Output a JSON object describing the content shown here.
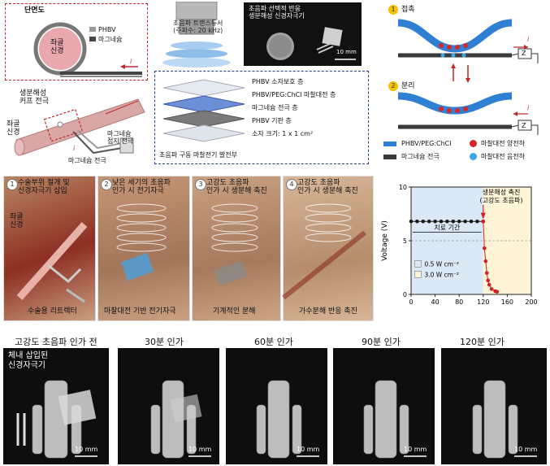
{
  "cross_section": {
    "title": "단면도",
    "nerve": "좌골\n신경",
    "legend_a": "PHBV",
    "legend_b": "마그네슘",
    "current": "i"
  },
  "transducer": {
    "label": "초음파 트랜스듀서\n(주파수: 20 kHz)"
  },
  "photo": {
    "title": "초음파 선택적 반응\n생분해성 신경자극기",
    "scale": "10 mm"
  },
  "left_labels": {
    "cuff": "생분해성\n커프 전극",
    "nerve": "좌골\n신경",
    "ground": "마그네슘\n접지 전극",
    "electrode": "마그네슘 전극",
    "current": "i"
  },
  "layers": {
    "items": [
      "PHBV 소자보호 층",
      "PHBV/PEG:ChCl 마찰대전 층",
      "마그네슘 전극 층",
      "PHBV 기판 층",
      "소자 크기: 1 x 1 cm²"
    ],
    "caption": "초음파 구동 마찰전기 발전부"
  },
  "mechanism": {
    "contact_num": "1",
    "contact": "접촉",
    "separation_num": "2",
    "separation": "분리",
    "z": "Z",
    "current": "i",
    "legend": {
      "phbv": "PHBV/PEG:ChCl",
      "mg": "마그네슘 전극",
      "pos": "마찰대전 양전하",
      "neg": "마찰대전 음전하"
    },
    "colors": {
      "blue": "#2f7fd3",
      "dark": "#3a3a3a",
      "pos": "#d6262b",
      "neg": "#3da6e8"
    }
  },
  "steps": [
    {
      "num": "1",
      "top": "수술부위 절개 및\n신경자극기 삽입",
      "bottom": "수술용 리트랙터",
      "nerve": "좌골\n신경"
    },
    {
      "num": "2",
      "top": "낮은 세기의 초음파\n인가 시 전기자극",
      "bottom": "마찰대전 기반 전기자극"
    },
    {
      "num": "3",
      "top": "고강도 초음파\n인가 시 생분해 촉진",
      "bottom": "기계적인 분해"
    },
    {
      "num": "4",
      "top": "고강도 초음파\n인가 시 생분해 촉진",
      "bottom": "가수분해 반응 촉진"
    }
  ],
  "chart_data": {
    "type": "scatter",
    "ylabel": "Voltage (V)",
    "xlabel": "",
    "xlim": [
      0,
      200
    ],
    "ylim": [
      0,
      10
    ],
    "x_ticks": [
      "0",
      "40",
      "80",
      "120",
      "160",
      "200"
    ],
    "y_ticks": [
      "0",
      "5",
      "10"
    ],
    "series": [
      {
        "name": "0.5 W cm⁻²",
        "color": "#1a1a1a",
        "points": [
          [
            0,
            6.8
          ],
          [
            10,
            6.8
          ],
          [
            20,
            6.8
          ],
          [
            30,
            6.8
          ],
          [
            40,
            6.8
          ],
          [
            50,
            6.8
          ],
          [
            60,
            6.8
          ],
          [
            70,
            6.8
          ],
          [
            80,
            6.8
          ],
          [
            90,
            6.8
          ],
          [
            100,
            6.8
          ],
          [
            110,
            6.8
          ],
          [
            120,
            6.8
          ]
        ]
      },
      {
        "name": "3.0 W cm⁻²",
        "color": "#d01f25",
        "points": [
          [
            120,
            6.8
          ],
          [
            122,
            4.3
          ],
          [
            124,
            3.1
          ],
          [
            126,
            2.0
          ],
          [
            128,
            1.3
          ],
          [
            130,
            0.9
          ],
          [
            134,
            0.5
          ],
          [
            140,
            0.3
          ],
          [
            143,
            0.25
          ]
        ]
      }
    ],
    "threshold": 5,
    "region_split": 120,
    "annotation_bracket": "치료 기간",
    "annotation_arrow": "생분해성 촉진\n(고강도 초음파)",
    "region_colors": [
      "#dbe9f7",
      "#fff4d6"
    ]
  },
  "ct_scans": [
    {
      "title": "고강도 초음파 인가 전",
      "label": "체내 삽입된\n신경자극기",
      "scale": "10 mm"
    },
    {
      "title": "30분 인가",
      "scale": "10 mm"
    },
    {
      "title": "60분 인가",
      "scale": "10 mm"
    },
    {
      "title": "90분 인가",
      "scale": "10 mm"
    },
    {
      "title": "120분 인가",
      "scale": "10 mm"
    }
  ]
}
